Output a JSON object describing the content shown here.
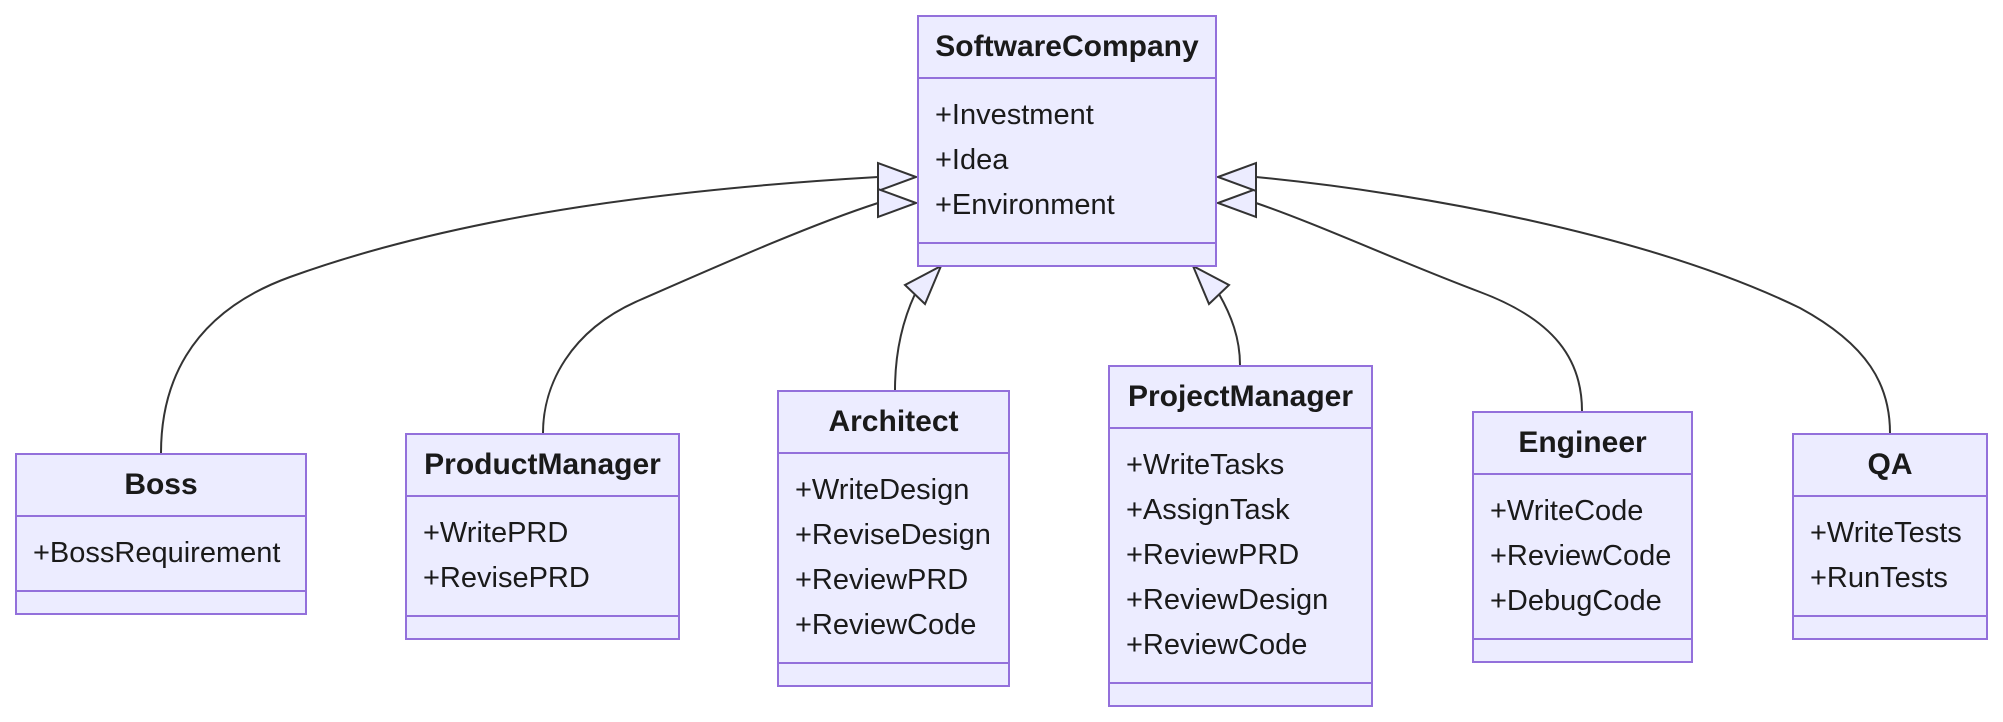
{
  "diagram": {
    "type": "uml-class-diagram",
    "colors": {
      "node_fill": "#ECECFF",
      "node_border": "#9370DB",
      "edge_line": "#333333",
      "text": "#1a1a1a",
      "background": "#ffffff"
    },
    "nodes": {
      "software_company": {
        "title": "SoftwareCompany",
        "attrs": [
          "+Investment",
          "+Idea",
          "+Environment"
        ]
      },
      "boss": {
        "title": "Boss",
        "attrs": [
          "+BossRequirement"
        ]
      },
      "product_manager": {
        "title": "ProductManager",
        "attrs": [
          "+WritePRD",
          "+RevisePRD"
        ]
      },
      "architect": {
        "title": "Architect",
        "attrs": [
          "+WriteDesign",
          "+ReviseDesign",
          "+ReviewPRD",
          "+ReviewCode"
        ]
      },
      "project_manager": {
        "title": "ProjectManager",
        "attrs": [
          "+WriteTasks",
          "+AssignTask",
          "+ReviewPRD",
          "+ReviewDesign",
          "+ReviewCode"
        ]
      },
      "engineer": {
        "title": "Engineer",
        "attrs": [
          "+WriteCode",
          "+ReviewCode",
          "+DebugCode"
        ]
      },
      "qa": {
        "title": "QA",
        "attrs": [
          "+WriteTests",
          "+RunTests"
        ]
      }
    },
    "edges": [
      {
        "from": "Boss",
        "to": "SoftwareCompany",
        "relation": "inheritance"
      },
      {
        "from": "ProductManager",
        "to": "SoftwareCompany",
        "relation": "inheritance"
      },
      {
        "from": "Architect",
        "to": "SoftwareCompany",
        "relation": "inheritance"
      },
      {
        "from": "ProjectManager",
        "to": "SoftwareCompany",
        "relation": "inheritance"
      },
      {
        "from": "Engineer",
        "to": "SoftwareCompany",
        "relation": "inheritance"
      },
      {
        "from": "QA",
        "to": "SoftwareCompany",
        "relation": "inheritance"
      }
    ]
  }
}
